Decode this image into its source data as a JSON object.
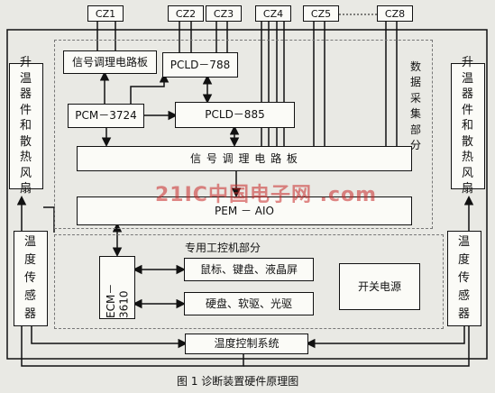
{
  "connectors": [
    "CZ1",
    "CZ2",
    "CZ3",
    "CZ4",
    "CZ5",
    "CZ8"
  ],
  "boxes": {
    "signal_board_top": "信号调理电路板",
    "pcld788": "PCLD－788",
    "pcm3724": "PCM－3724",
    "pcld885": "PCLD－885",
    "signal_board_main": "信 号 调 理 电 路 板",
    "pem_aio": "PEM － AIO",
    "ecm3610": "ECM－3610",
    "mouse_kbd_lcd": "鼠标、键盘、液晶屏",
    "disk_drives": "硬盘、软驱、光驱",
    "power": "开关电源",
    "temp_control": "温度控制系统"
  },
  "side": {
    "left_top": [
      "升",
      "温",
      "器",
      "件",
      "和",
      "散",
      "热",
      "风",
      "扇"
    ],
    "right_top": [
      "升",
      "温",
      "器",
      "件",
      "和",
      "散",
      "热",
      "风",
      "扇"
    ],
    "left_bottom": [
      "温",
      "度",
      "传",
      "感",
      "器"
    ],
    "right_bottom": [
      "温",
      "度",
      "传",
      "感",
      "器"
    ]
  },
  "labels": {
    "data_section": [
      "数",
      "据",
      "采",
      "集",
      "部",
      "分"
    ],
    "ipc_section": "专用工控机部分",
    "watermark": "21IC中国电子网 .com",
    "caption": "图 1   诊断装置硬件原理图"
  }
}
